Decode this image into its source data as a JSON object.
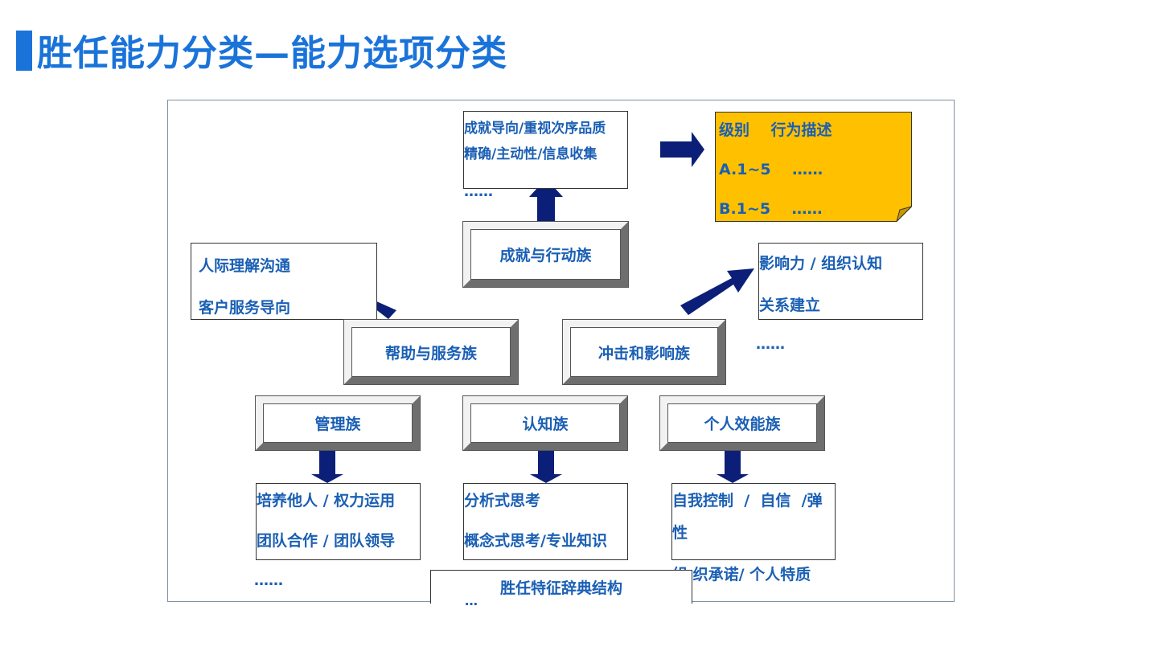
{
  "title": "胜任能力分类—能力选项分类",
  "achievement": {
    "line1": "成就导向/重视次序品质",
    "line2": "精确/主动性/信息收集",
    "more": "……"
  },
  "level_note": {
    "header": "级别    行为描述",
    "row_a": "A.1~5    ……",
    "row_b": "B.1~5    ……",
    "fill_color": "#ffc000"
  },
  "families": {
    "achievement": "成就与行动族",
    "helping": "帮助与服务族",
    "impact": "冲击和影响族",
    "managerial": "管理族",
    "cognitive": "认知族",
    "personal": "个人效能族"
  },
  "helping_box": {
    "line1": "人际理解沟通",
    "line2": "客户服务导向"
  },
  "impact_box": {
    "line1": "影响力 / 组织认知",
    "line2": "关系建立",
    "more": "……"
  },
  "managerial_box": {
    "line1": "培养他人 / 权力运用",
    "line2": "团队合作 / 团队领导",
    "more": "……"
  },
  "cognitive_box": {
    "line1": "分析式思考",
    "line2": "概念式思考/专业知识",
    "more": "…"
  },
  "personal_box": {
    "line1": "自我控制  /  自信  /弹",
    "line2": "性",
    "line3": "组 织承诺/ 个人特质"
  },
  "dictionary_label": "胜任特征辞典结构",
  "colors": {
    "title": "#1a73d9",
    "text": "#1a5fb4",
    "arrow": "#0b1f78"
  }
}
